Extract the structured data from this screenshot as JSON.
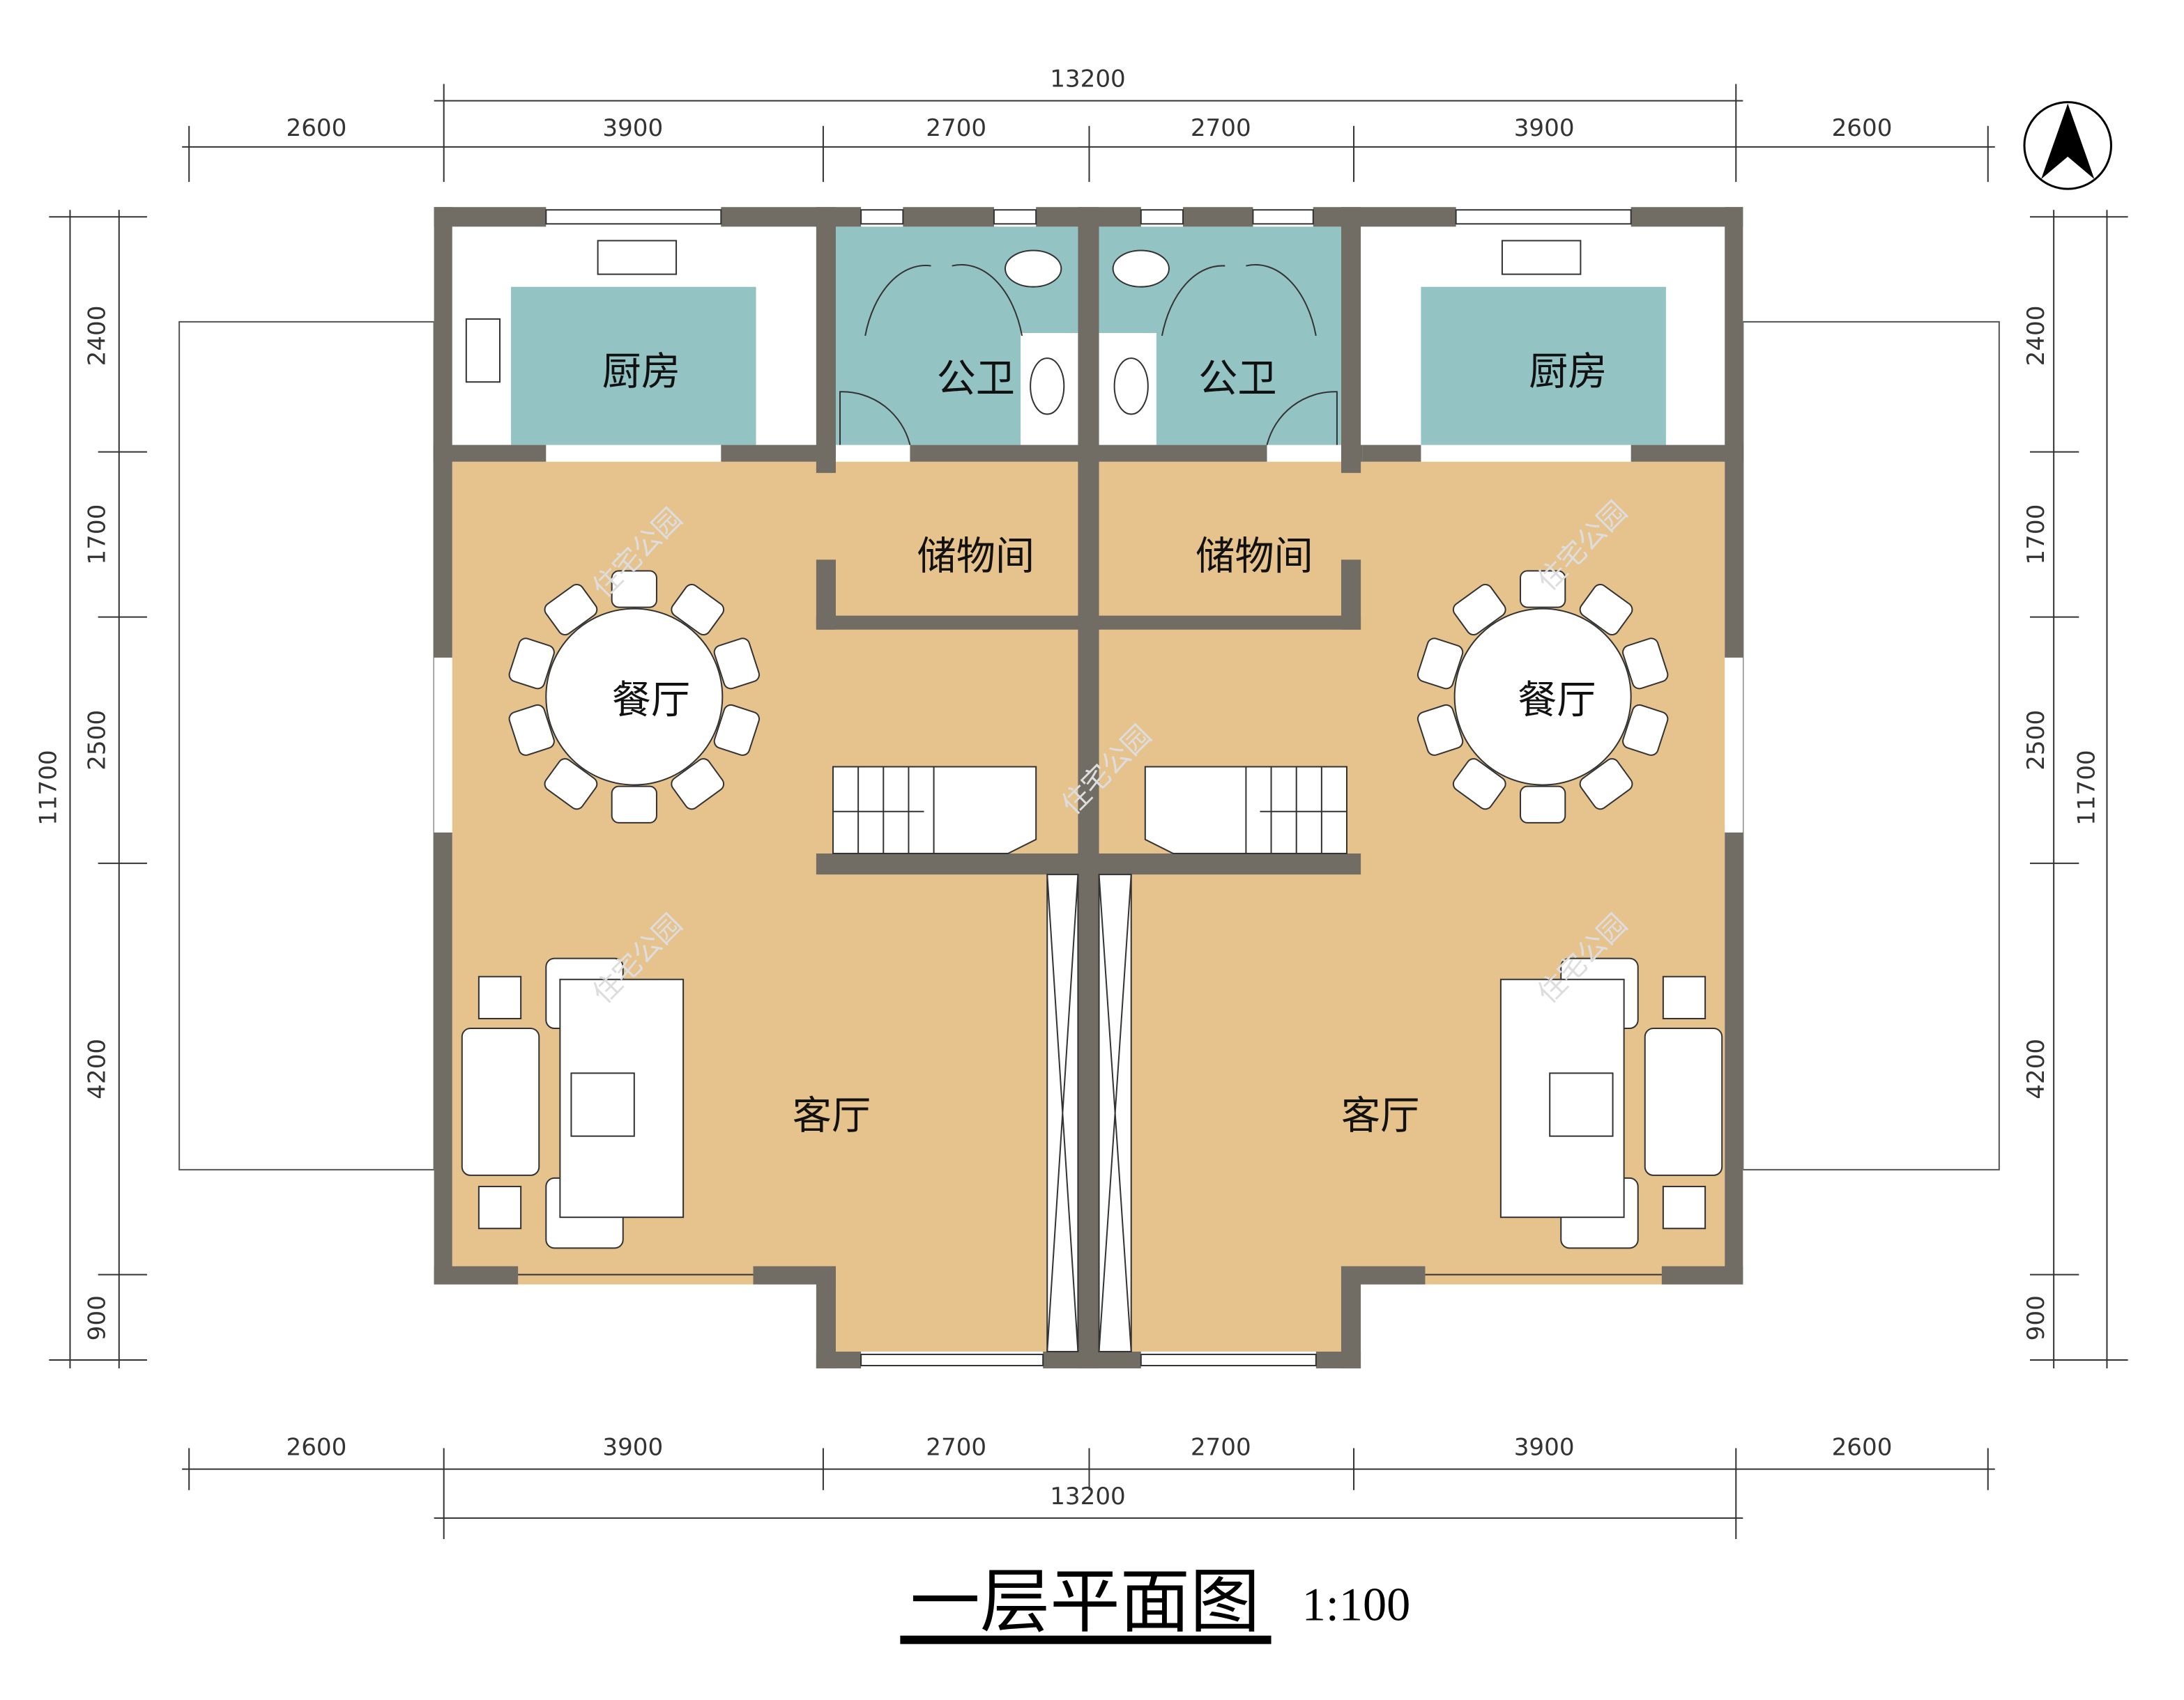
{
  "title": "一层平面图",
  "scale": "1:100",
  "dimensions": {
    "top_total": "13200",
    "top_segments": [
      "2600",
      "3900",
      "2700",
      "2700",
      "3900",
      "2600"
    ],
    "bottom_total": "13200",
    "bottom_segments": [
      "2600",
      "3900",
      "2700",
      "2700",
      "3900",
      "2600"
    ],
    "left_segments": [
      "2400",
      "1700",
      "2500",
      "4200",
      "900"
    ],
    "left_total": "11700",
    "right_segments": [
      "2400",
      "1700",
      "2500",
      "4200",
      "900"
    ],
    "right_total": "11700"
  },
  "rooms": {
    "kitchen_left": "厨房",
    "kitchen_right": "厨房",
    "bath_left": "公卫",
    "bath_right": "公卫",
    "storage_left": "储物间",
    "storage_right": "储物间",
    "dining_left": "餐厅",
    "dining_right": "餐厅",
    "living_left": "客厅",
    "living_right": "客厅"
  },
  "watermark": "住宅公园",
  "colors": {
    "wall": "#716d64",
    "floor": "#e6c28c",
    "wet": "#93c3c3"
  }
}
